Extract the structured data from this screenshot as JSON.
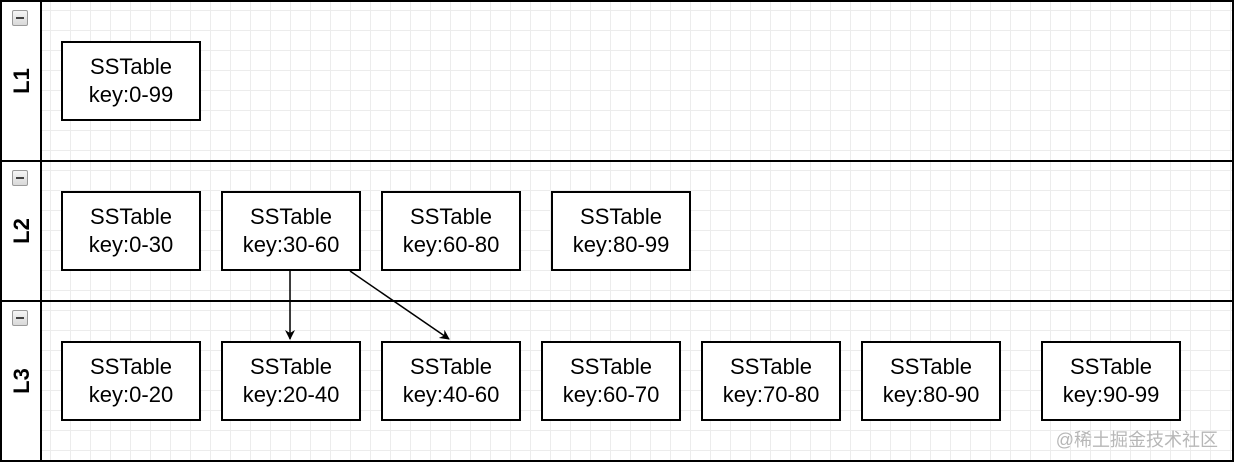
{
  "levels": [
    {
      "label": "L1",
      "tables": [
        {
          "title": "SSTable",
          "range": "key:0-99"
        }
      ]
    },
    {
      "label": "L2",
      "tables": [
        {
          "title": "SSTable",
          "range": "key:0-30"
        },
        {
          "title": "SSTable",
          "range": "key:30-60"
        },
        {
          "title": "SSTable",
          "range": "key:60-80"
        },
        {
          "title": "SSTable",
          "range": "key:80-99"
        }
      ]
    },
    {
      "label": "L3",
      "tables": [
        {
          "title": "SSTable",
          "range": "key:0-20"
        },
        {
          "title": "SSTable",
          "range": "key:20-40"
        },
        {
          "title": "SSTable",
          "range": "key:40-60"
        },
        {
          "title": "SSTable",
          "range": "key:60-70"
        },
        {
          "title": "SSTable",
          "range": "key:70-80"
        },
        {
          "title": "SSTable",
          "range": "key:80-90"
        },
        {
          "title": "SSTable",
          "range": "key:90-99"
        }
      ]
    }
  ],
  "edges": [
    {
      "from": "L2-table-2",
      "to": "L3-table-2"
    },
    {
      "from": "L2-table-2",
      "to": "L3-table-3"
    }
  ],
  "watermark": "@稀土掘金技术社区"
}
